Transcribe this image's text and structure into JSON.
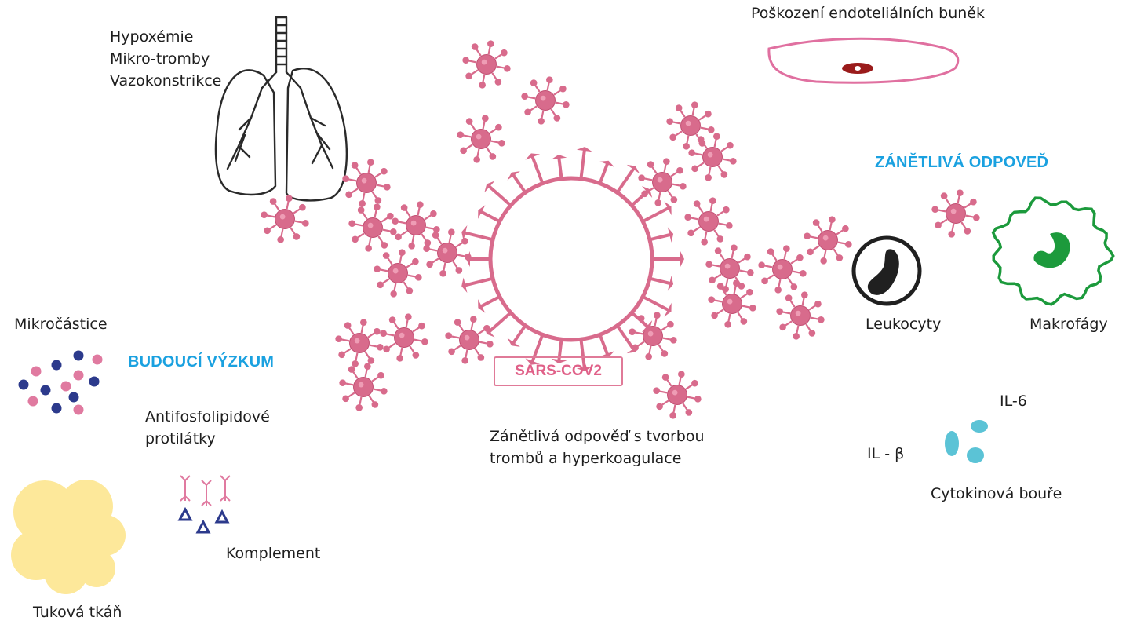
{
  "colors": {
    "virus": "#d86b8c",
    "virus_dark": "#c24e72",
    "heading": "#1aa1e0",
    "sars_text": "#e06088",
    "endothelial": "#e070a0",
    "nucleus": "#9a1b1b",
    "leukocyte": "#202020",
    "macrophage": "#1c9a3c",
    "cytokine": "#5bc3d6",
    "fat": "#fde89a",
    "particle_blue": "#2c3a8c",
    "particle_pink": "#e07aa0",
    "lung_outline": "#2a2a2a"
  },
  "icons": [
    "lungs-icon",
    "virus-icon",
    "endothelial-cell-icon",
    "leukocyte-icon",
    "macrophage-icon",
    "cytokine-icon",
    "microparticle-icon",
    "fat-tissue-icon",
    "antibody-icon"
  ],
  "labels": {
    "lung_effects": [
      "Hypoxémie",
      "Mikro-tromby",
      "Vazokonstrikce"
    ],
    "endothelial": "Poškození endoteliálních buněk",
    "inflammatory_heading": "ZÁNĚTLIVÁ ODPOVEĎ",
    "leukocytes": "Leukocyty",
    "macrophages": "Makrofágy",
    "microparticles": "Mikročástice",
    "future_research_heading": "BUDOUCÍ VÝZKUM",
    "antiphospholipid": [
      "Antifosfolipidové",
      "protilátky"
    ],
    "complement": "Komplement",
    "fat_tissue": "Tuková tkáň",
    "sars": "SARS-COV2",
    "thrombus_caption": [
      "Zánětlivá odpověď s tvorbou",
      "trombů a hyperkoagulace"
    ],
    "il6": "IL-6",
    "il_beta": "IL - β",
    "cytokine_storm": "Cytokinová bouře"
  }
}
